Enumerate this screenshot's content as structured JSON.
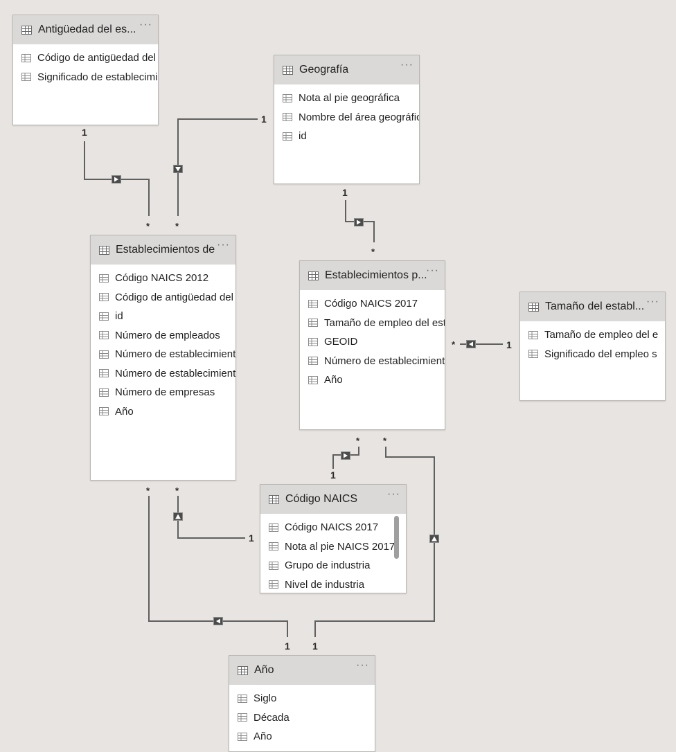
{
  "tables": [
    {
      "id": "antiguedad",
      "title": "Antigüedad del es...",
      "fields": [
        "Código de antigüedad del e",
        "Significado de establecimie"
      ]
    },
    {
      "id": "geografia",
      "title": "Geografía",
      "fields": [
        "Nota al pie geográfica",
        "Nombre del área geográfic",
        "id"
      ]
    },
    {
      "id": "establecimientos_de",
      "title": "Establecimientos de",
      "fields": [
        "Código NAICS 2012",
        "Código de antigüedad del",
        "id",
        "Número de empleados",
        "Número de establecimient",
        "Número de establecimient",
        "Número de empresas",
        "Año"
      ]
    },
    {
      "id": "establecimientos_p",
      "title": "Establecimientos p...",
      "fields": [
        "Código NAICS 2017",
        "Tamaño de empleo del est",
        "GEOID",
        "Número de establecimient",
        "Año"
      ]
    },
    {
      "id": "tamano",
      "title": "Tamaño del establ...",
      "fields": [
        "Tamaño de empleo del e",
        "Significado del empleo s"
      ]
    },
    {
      "id": "codigo_naics",
      "title": "Código NAICS",
      "fields": [
        "Código NAICS 2017",
        "Nota al pie NAICS 2017",
        "Grupo de industria",
        "Nivel de industria"
      ]
    },
    {
      "id": "anio",
      "title": "Año",
      "fields": [
        "Siglo",
        "Década",
        "Año"
      ]
    }
  ],
  "ui": {
    "more_label": "···"
  },
  "relationship_labels": {
    "one": "1",
    "many": "*"
  },
  "icons": {
    "table": "table-icon",
    "field": "field-icon",
    "direction": "filter-direction-arrow-icon"
  },
  "colors": {
    "canvas": "#e7e4e1",
    "card_header": "#dbd9d7",
    "line": "#5a5a5a",
    "arrow": "#4b4b4b"
  }
}
